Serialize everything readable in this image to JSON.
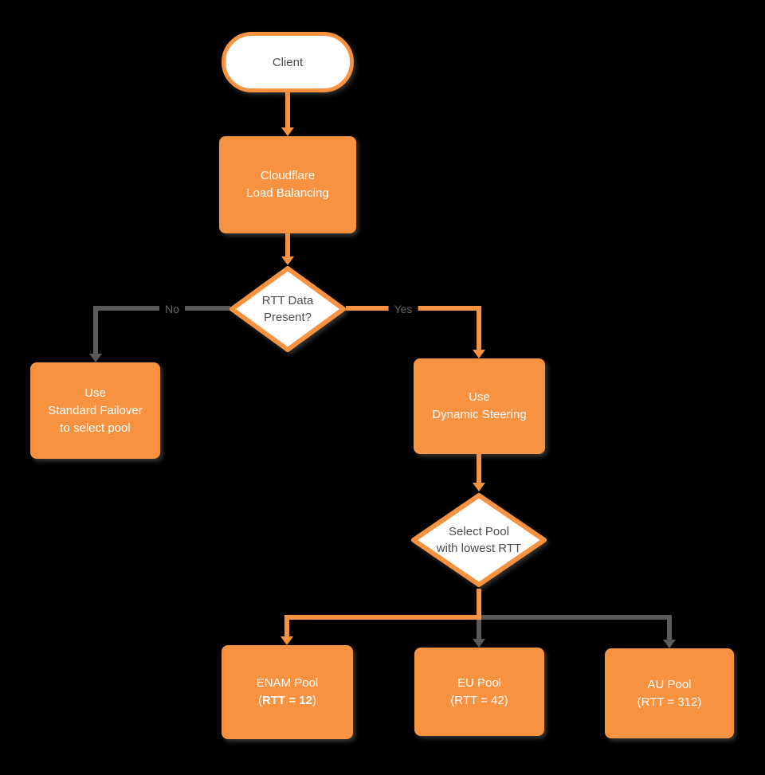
{
  "colors": {
    "accent_orange": "#F79240",
    "connector_gray": "#5A5A5A",
    "text_dark": "#4D4D4D",
    "text_light": "#FFFFFF",
    "background": "#000000"
  },
  "nodes": {
    "client": {
      "label": "Client"
    },
    "load_balancing": {
      "line1": "Cloudflare",
      "line2": "Load Balancing"
    },
    "rtt_decision": {
      "line1": "RTT Data",
      "line2": "Present?"
    },
    "standard_failover": {
      "line1": "Use",
      "line2": "Standard Failover",
      "line3": "to select pool"
    },
    "dynamic_steering": {
      "line1": "Use",
      "line2": "Dynamic Steering"
    },
    "select_pool": {
      "line1": "Select Pool",
      "line2": "with lowest RTT"
    },
    "enam_pool": {
      "line1": "ENAM Pool",
      "line2_prefix": "(",
      "line2_bold": "RTT = 12",
      "line2_suffix": ")"
    },
    "eu_pool": {
      "line1": "EU Pool",
      "line2": "(RTT = 42)"
    },
    "au_pool": {
      "line1": "AU Pool",
      "line2": "(RTT = 312)"
    }
  },
  "edge_labels": {
    "no": "No",
    "yes": "Yes"
  }
}
